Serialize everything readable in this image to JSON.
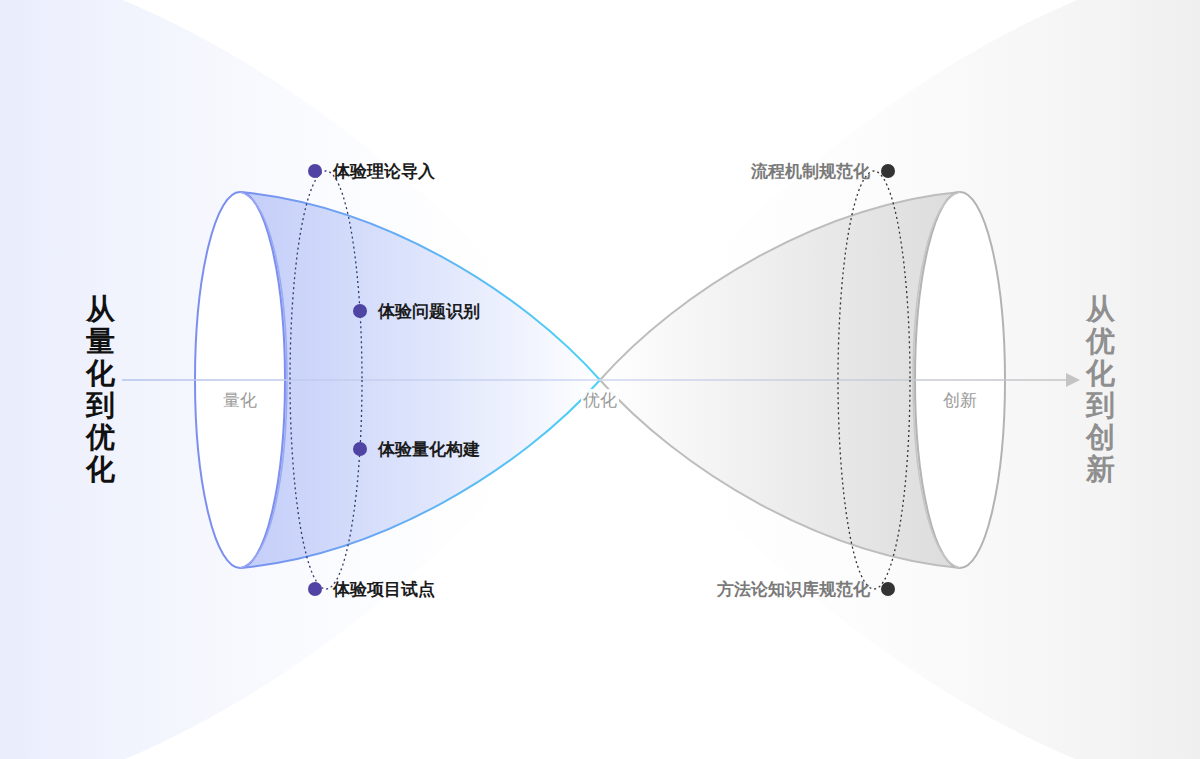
{
  "diagram": {
    "labels": [
      "从量化到优化",
      "体验理论导入",
      "体验问题识别",
      "体验量化构建",
      "体验项目试点",
      "量化",
      "优化",
      "创新",
      "流程机制规范化",
      "方法论知识库规范化",
      "从优化到创新"
    ]
  }
}
